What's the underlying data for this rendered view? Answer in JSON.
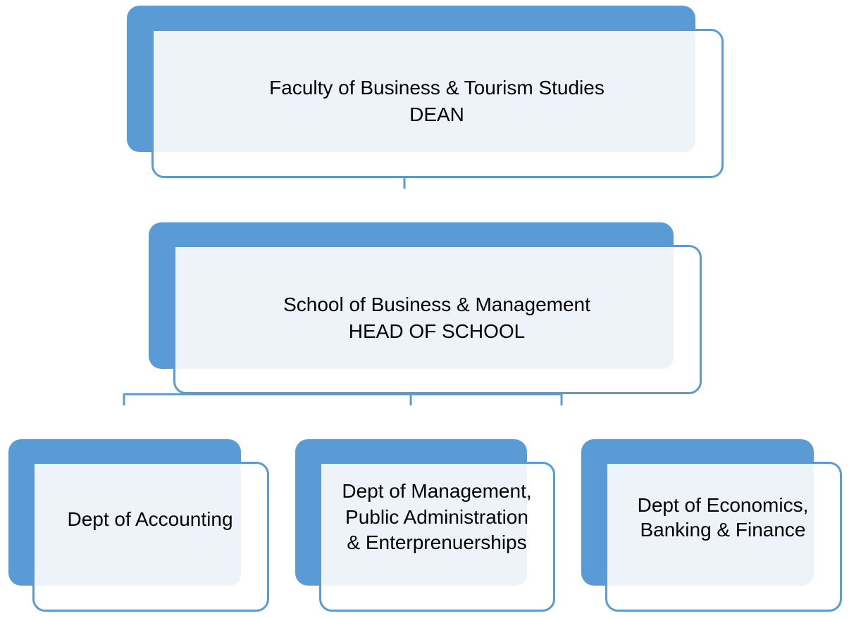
{
  "colors": {
    "accent": "#5b9bd5",
    "tint": "#eef3fa",
    "text": "#000000"
  },
  "nodes": {
    "dean": {
      "title": "Faculty of Business & Tourism Studies",
      "role": "DEAN"
    },
    "school": {
      "title": "School of Business & Management",
      "role": "HEAD OF SCHOOL"
    },
    "accounting": {
      "line1": "Dept of Accounting"
    },
    "management": {
      "line1": "Dept of Management,",
      "line2": "Public Administration",
      "line3": "& Enterprenuerships"
    },
    "economics": {
      "line1": "Dept of Economics,",
      "line2": "Banking & Finance"
    }
  }
}
